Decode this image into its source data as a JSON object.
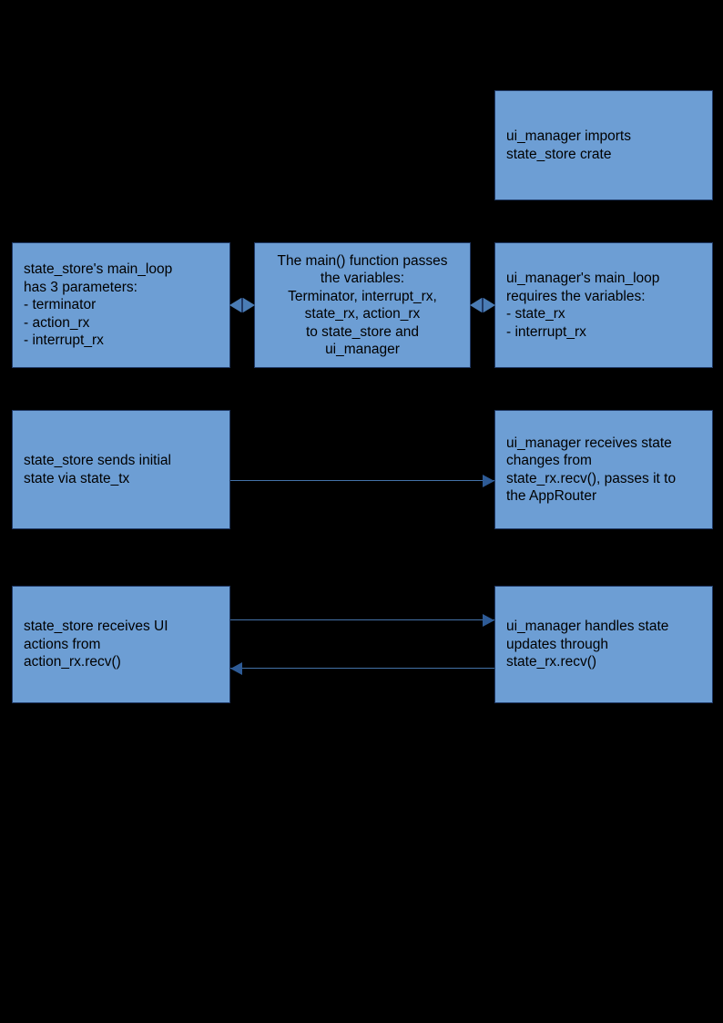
{
  "diagram": {
    "background_color": "#000000",
    "node_fill_color": "#6d9ed4",
    "node_border_color": "#1f3864",
    "connector_color": "#4472a8",
    "nodes": [
      {
        "id": "ui-manager-imports",
        "text": "ui_manager imports\nstate_store crate"
      },
      {
        "id": "state-store-main-loop",
        "text": "state_store's main_loop\nhas 3 parameters:\n- terminator\n- action_rx\n- interrupt_rx"
      },
      {
        "id": "main-function-passes",
        "text": "The main() function passes\nthe variables:\nTerminator, interrupt_rx,\nstate_rx, action_rx\nto state_store and\nui_manager"
      },
      {
        "id": "ui-manager-main-loop",
        "text": "ui_manager's main_loop\nrequires the variables:\n- state_rx\n- interrupt_rx"
      },
      {
        "id": "state-store-sends-initial",
        "text": "state_store sends initial\nstate via state_tx"
      },
      {
        "id": "ui-manager-receives-state",
        "text": "ui_manager receives state\nchanges from\nstate_rx.recv(), passes it to\nthe AppRouter"
      },
      {
        "id": "state-store-receives-ui",
        "text": "state_store receives UI\nactions from\naction_rx.recv()"
      },
      {
        "id": "ui-manager-handles-state",
        "text": "ui_manager handles state\nupdates through\nstate_rx.recv()"
      }
    ],
    "connectors": [
      {
        "id": "main-to-state-store",
        "direction": "bidirectional"
      },
      {
        "id": "main-to-ui-manager",
        "direction": "bidirectional"
      },
      {
        "id": "state-store-initial-to-ui-manager",
        "direction": "right"
      },
      {
        "id": "state-store-actions-to-ui-manager",
        "direction": "right"
      },
      {
        "id": "ui-manager-to-state-store-actions",
        "direction": "left"
      }
    ]
  }
}
